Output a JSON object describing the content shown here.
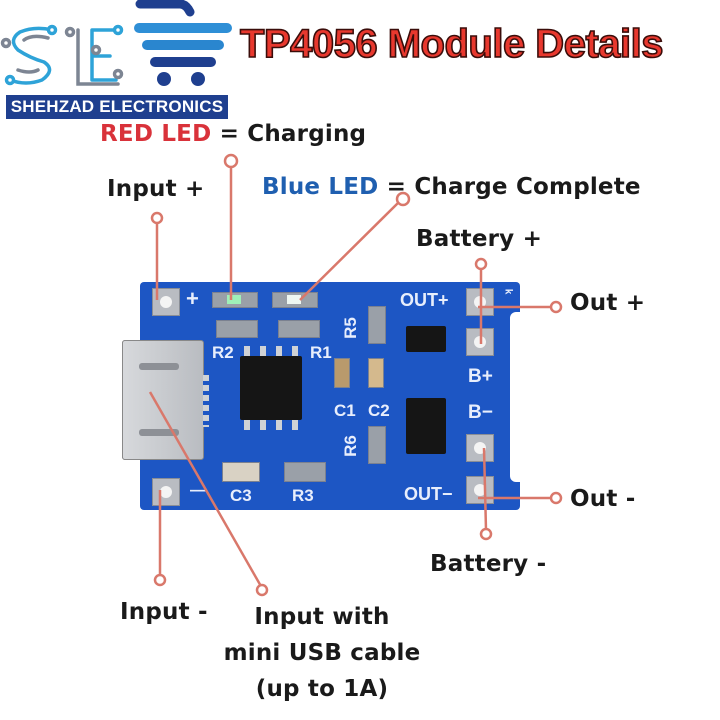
{
  "brand": {
    "logo_letters": "SE",
    "name": "SHEHZAD ELECTRONICS",
    "icon": "shopping-cart-icon"
  },
  "title": "TP4056 Module Details",
  "colors": {
    "title_red": "#e8382e",
    "red_led_text": "#d9323a",
    "blue_led_text": "#1f5fb0",
    "leader_line": "#d9786b",
    "pcb_blue": "#1d56c4",
    "brand_bar": "#1f3f8f"
  },
  "callouts": {
    "red_led": {
      "highlight": "RED LED",
      "rest": " = Charging"
    },
    "blue_led": {
      "highlight": "Blue LED",
      "rest": " = Charge Complete"
    },
    "input_plus": "Input +",
    "battery_plus": "Battery +",
    "out_plus": "Out +",
    "out_minus": "Out -",
    "battery_minus": "Battery -",
    "input_minus": "Input -",
    "usb_input": [
      "Input with",
      "mini USB cable",
      "(up to 1A)"
    ]
  },
  "pcb_silkscreen": {
    "plus": "+",
    "minus": "—",
    "r1": "R1",
    "r2": "R2",
    "r3": "R3",
    "r5": "R5",
    "r6": "R6",
    "c1": "C1",
    "c2": "C2",
    "c3": "C3",
    "out_plus": "OUT+",
    "out_minus": "OUT−",
    "b_plus": "B+",
    "b_minus": "B−",
    "k": "k"
  }
}
